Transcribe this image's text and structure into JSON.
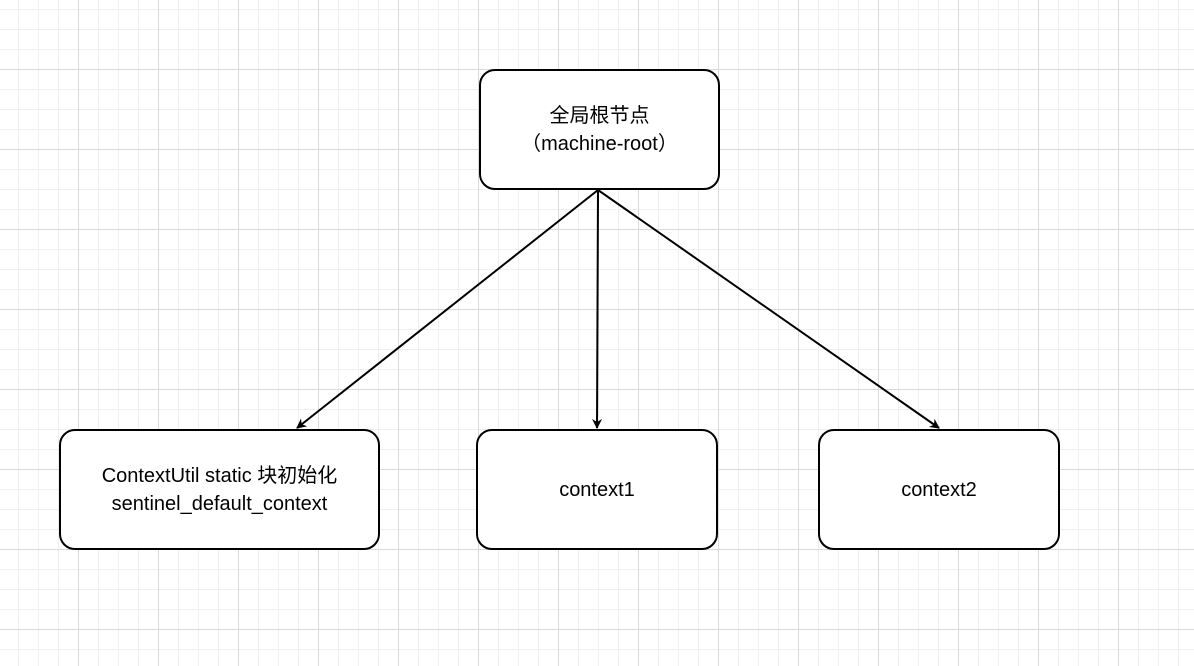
{
  "diagram": {
    "nodes": [
      {
        "id": "root",
        "lines": [
          "全局根节点",
          "（machine-root）"
        ]
      },
      {
        "id": "default",
        "lines": [
          "ContextUtil static 块初始化",
          "sentinel_default_context"
        ]
      },
      {
        "id": "ctx1",
        "lines": [
          "context1"
        ]
      },
      {
        "id": "ctx2",
        "lines": [
          "context2"
        ]
      }
    ],
    "edges": [
      {
        "from": "root",
        "to": "default"
      },
      {
        "from": "root",
        "to": "ctx1"
      },
      {
        "from": "root",
        "to": "ctx2"
      }
    ]
  }
}
